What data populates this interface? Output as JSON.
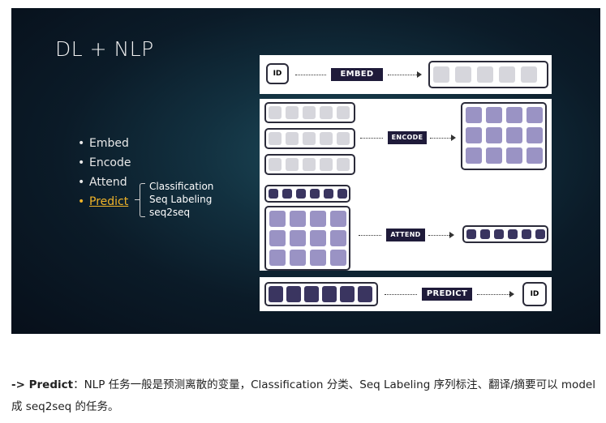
{
  "slide": {
    "title": "DL + NLP",
    "bullets": [
      "Embed",
      "Encode",
      "Attend",
      "Predict"
    ],
    "sub_items": [
      "Classification",
      "Seq Labeling",
      "seq2seq"
    ],
    "stages": {
      "embed": "EMBED",
      "encode": "ENCODE",
      "attend": "ATTEND",
      "predict": "PREDICT",
      "id": "ID"
    },
    "colors": {
      "accent": "#f0b429",
      "dark_block": "#3a3560",
      "mid_block": "#9a93c4",
      "light_block": "#d6d6dc"
    }
  },
  "caption": {
    "bold": "-> Predict",
    "text": "：NLP 任务一般是预测离散的变量，Classification 分类、Seq Labeling 序列标注、翻译/摘要可以 model 成 seq2seq 的任务。"
  }
}
